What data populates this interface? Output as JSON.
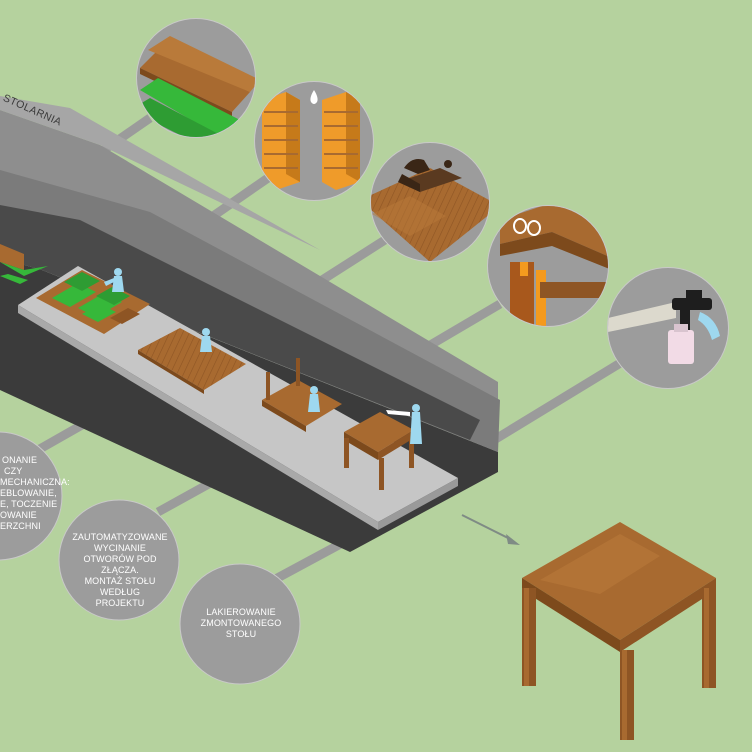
{
  "section_label": "STOLARNIA",
  "steps": [
    {
      "id": "cutting",
      "icon": "planks-icon",
      "text": ""
    },
    {
      "id": "drying",
      "icon": "stacked-boards-icon",
      "text": ""
    },
    {
      "id": "planing",
      "icon": "hand-plane-icon",
      "text": ""
    },
    {
      "id": "drilling",
      "icon": "joint-drilling-icon",
      "text": ""
    },
    {
      "id": "painting",
      "icon": "spray-gun-icon",
      "text": ""
    }
  ],
  "captions": {
    "mechanical": [
      "ONANIE",
      "CZY",
      "MECHANICZNA:",
      "EBLOWANIE,",
      "E, TOCZENIE",
      "OWANIE",
      "ERZCHNI"
    ],
    "drilling": [
      "ZAUTOMATYZOWANE",
      "WYCINANIE",
      "OTWORÓW POD ZŁĄCZA.",
      "MONTAŻ STOŁU WEDŁUG",
      "PROJEKTU"
    ],
    "varnish": [
      "LAKIEROWANIE",
      "ZMONTOWANEGO",
      "STOŁU"
    ]
  },
  "colors": {
    "background": "#b5d29e",
    "circle": "#9c9c9c",
    "circle_border": "#c9c9c9",
    "floor_light": "#8e8e8e",
    "floor_dark": "#3b3b3b",
    "platform": "#c6c6c6",
    "wood": "#a86a30",
    "wood_dark": "#7d4a1c",
    "green": "#36b83a",
    "worker": "#9ed8ef"
  }
}
